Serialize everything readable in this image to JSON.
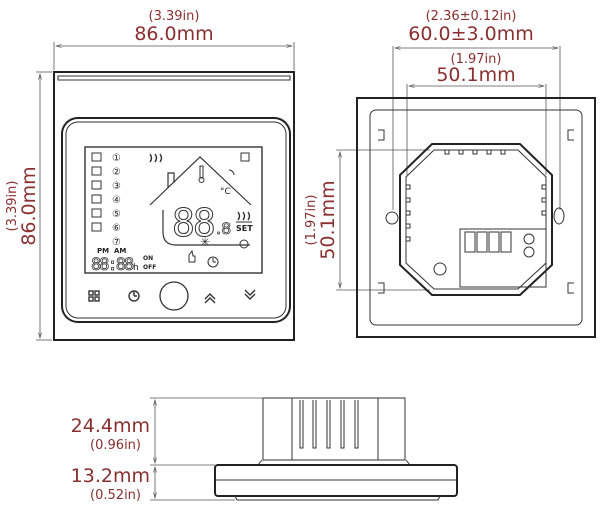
{
  "front_view": {
    "width_in": "(3.39in)",
    "width_mm": "86.0mm",
    "height_in": "(3.39in)",
    "height_mm": "86.0mm",
    "lcd": {
      "pm": "PM",
      "am": "AM",
      "clock": "88:88",
      "hour_unit": "h",
      "on": "ON",
      "off": "OFF",
      "temp": "88",
      "temp_decimal": ".8",
      "set": "SET",
      "celsius": "°C",
      "program_numbers": [
        "①",
        "②",
        "③",
        "④",
        "⑤",
        "⑥",
        "⑦"
      ]
    },
    "buttons": [
      "menu-icon",
      "clock-icon",
      "power-icon",
      "up-icon",
      "down-icon"
    ]
  },
  "back_view": {
    "outer_in": "(2.36±0.12in)",
    "outer_mm": "60.0±3.0mm",
    "inner_in": "(1.97in)",
    "inner_mm": "50.1mm",
    "height_in": "(1.97in)",
    "height_mm": "50.1mm"
  },
  "side_view": {
    "depth_back_mm": "24.4mm",
    "depth_back_in": "(0.96in)",
    "depth_front_mm": "13.2mm",
    "depth_front_in": "(0.52in)"
  },
  "colors": {
    "dimension_text": "#8a2f2f",
    "line": "#333333"
  }
}
